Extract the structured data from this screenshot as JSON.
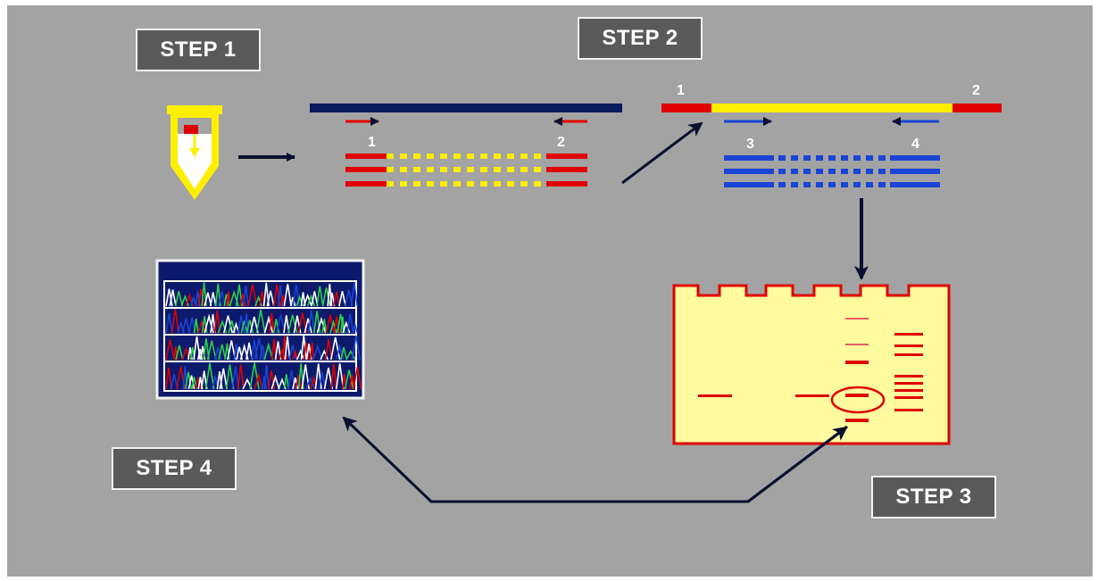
{
  "steps": {
    "step1": "STEP 1",
    "step2": "STEP 2",
    "step3": "STEP 3",
    "step4": "STEP 4"
  },
  "primer_labels": {
    "p1_step1": "1",
    "p2_step1": "2",
    "p1_step2": "1",
    "p2_step2": "2",
    "p3_step2": "3",
    "p4_step2": "4"
  },
  "colors": {
    "background": "#a3a3a3",
    "template_strand": "#0b1a5e",
    "primer_red": "#e00000",
    "insert_yellow": "#ffee00",
    "nested_blue": "#1a44d6",
    "gel_fill": "#fffb9e",
    "gel_border": "#e00000",
    "arrow": "#0b1030",
    "sequencer_bg": "#0d1a6b"
  },
  "icons": {
    "tube": "sample-tube-icon",
    "gel": "electrophoresis-gel",
    "chromatogram": "sequencing-chromatogram"
  }
}
